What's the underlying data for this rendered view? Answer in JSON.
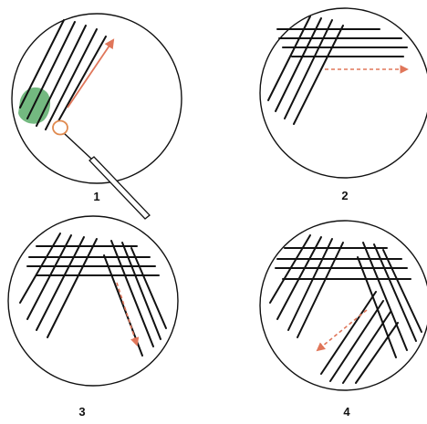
{
  "panels": [
    {
      "label": "1"
    },
    {
      "label": "2"
    },
    {
      "label": "3"
    },
    {
      "label": "4"
    }
  ],
  "colors": {
    "streak": "#111111",
    "arrow": "#e0765a",
    "inoculum": "#5aad6a",
    "loop": "#e08a4f"
  },
  "icons": {
    "inoculation_loop": "inoculation-loop-icon",
    "direction_arrow": "arrow-icon"
  }
}
